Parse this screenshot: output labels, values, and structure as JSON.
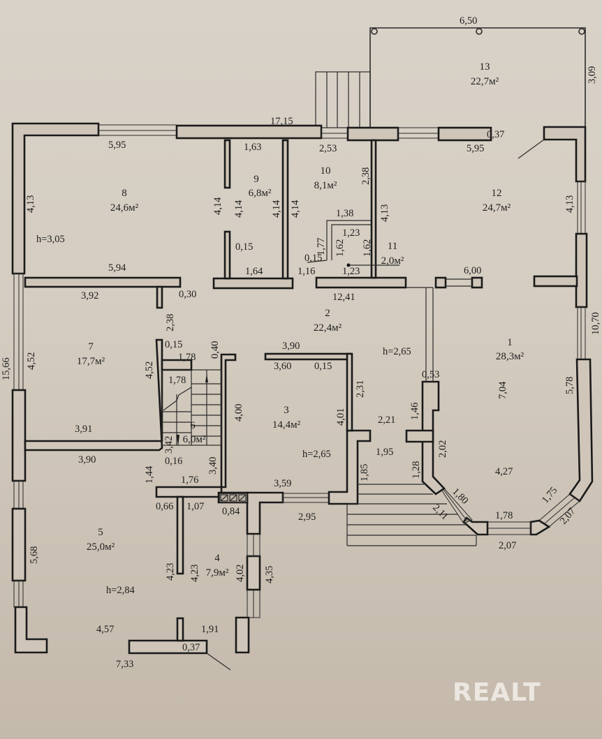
{
  "rooms": [
    {
      "id": "room-1",
      "number": "1",
      "area": "28,3м²"
    },
    {
      "id": "room-2",
      "number": "2",
      "area": "22,4м²"
    },
    {
      "id": "room-3",
      "number": "3",
      "area": "14,4м²"
    },
    {
      "id": "room-4",
      "number": "4",
      "area": "7,9м²"
    },
    {
      "id": "room-5",
      "number": "5",
      "area": "25,0м²"
    },
    {
      "id": "room-6",
      "number": "6",
      "area": "6,0м²"
    },
    {
      "id": "room-7",
      "number": "7",
      "area": "17,7м²"
    },
    {
      "id": "room-8",
      "number": "8",
      "area": "24,6м²"
    },
    {
      "id": "room-9",
      "number": "9",
      "area": "6,8м²"
    },
    {
      "id": "room-10",
      "number": "10",
      "area": "8,1м²"
    },
    {
      "id": "room-11",
      "number": "11",
      "area": "2,0м²"
    },
    {
      "id": "room-12",
      "number": "12",
      "area": "24,7м²"
    },
    {
      "id": "room-13",
      "number": "13",
      "area": "22,7м²"
    }
  ],
  "heights": [
    "h=3,05",
    "h=2,65",
    "h=2,65",
    "h=2,84"
  ],
  "dimensions": {
    "top_6_50": "6,50",
    "right_3_09": "3,09",
    "top_17_15": "17,15",
    "top_5_95_left": "5,95",
    "d_1_63": "1,63",
    "d_2_53": "2,53",
    "d_0_37_top": "0,37",
    "d_5_95_right": "5,95",
    "d_4_13_left": "4,13",
    "d_4_14_a": "4,14",
    "d_4_14_b": "4,14",
    "d_4_14_c": "4,14",
    "d_4_14_d": "4,14",
    "d_2_38_top": "2,38",
    "d_4_13_mid": "4,13",
    "d_4_13_right": "4,13",
    "d_1_38": "1,38",
    "d_1_23_a": "1,23",
    "d_1_77": "1,77",
    "d_1_62_a": "1,62",
    "d_1_62_b": "1,62",
    "d_0_15_a": "0,15",
    "d_1_16": "1,16",
    "d_1_23_b": "1,23",
    "d_0_15_b": "0,15",
    "d_1_64": "1,64",
    "d_5_94": "5,94",
    "d_3_92": "3,92",
    "d_0_30": "0,30",
    "d_6_00": "6,00",
    "d_12_41": "12,41",
    "d_2_38_mid": "2,38",
    "d_10_70": "10,70",
    "d_15_66": "15,66",
    "d_4_52_a": "4,52",
    "d_4_52_b": "4,52",
    "d_0_15_c": "0,15",
    "d_1_78_a": "1,78",
    "d_0_40": "0,40",
    "d_1_78_b": "1,78",
    "d_3_90_top": "3,90",
    "d_3_60": "3,60",
    "d_0_15_d": "0,15",
    "d_0_53": "0,53",
    "d_7_04": "7,04",
    "d_5_78": "5,78",
    "d_2_31": "2,31",
    "d_4_00": "4,00",
    "d_4_01": "4,01",
    "d_1_46": "1,46",
    "d_2_21": "2,21",
    "d_3_91": "3,91",
    "d_3_42": "3,42",
    "d_3_90": "3,90",
    "d_0_16": "0,16",
    "d_1_44": "1,44",
    "d_3_40": "3,40",
    "d_1_76": "1,76",
    "d_1_95": "1,95",
    "d_1_85": "1,85",
    "d_1_28": "1,28",
    "d_2_02": "2,02",
    "d_4_27": "4,27",
    "d_3_59": "3,59",
    "d_0_66": "0,66",
    "d_1_07": "1,07",
    "d_0_84": "0,84",
    "d_2_95": "2,95",
    "d_1_80": "1,80",
    "d_2_11": "2,11",
    "d_1_78_c": "1,78",
    "d_1_75": "1,75",
    "d_2_07_a": "2,07",
    "d_2_07_b": "2,07",
    "d_5_68": "5,68",
    "d_4_23_a": "4,23",
    "d_4_23_b": "4,23",
    "d_4_02": "4,02",
    "d_4_35": "4,35",
    "d_4_57": "4,57",
    "d_1_91": "1,91",
    "d_0_37_bot": "0,37",
    "d_7_33": "7,33"
  },
  "watermark": "REALT"
}
